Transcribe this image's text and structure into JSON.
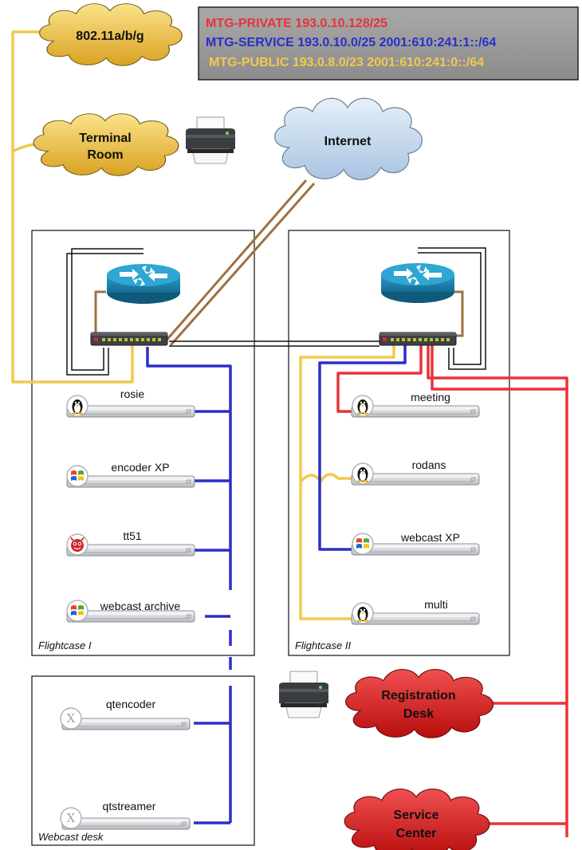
{
  "legend": {
    "private": "MTG-PRIVATE 193.0.10.128/25",
    "service": "MTG-SERVICE 193.0.10.0/25 2001:610:241:1::/64",
    "public": "MTG-PUBLIC 193.0.8.0/23 2001:610:241:0::/64"
  },
  "clouds": {
    "wifi": [
      "802.11a/b/g"
    ],
    "terminal": [
      "Terminal",
      "Room"
    ],
    "internet": [
      "Internet"
    ],
    "registration": [
      "Registration",
      "Desk"
    ],
    "service_center": [
      "Service",
      "Center"
    ]
  },
  "cases": {
    "flightcase1": "Flightcase I",
    "flightcase2": "Flightcase II",
    "webcast_desk": "Webcast desk"
  },
  "servers": {
    "rosie": "rosie",
    "encoder_xp": "encoder XP",
    "tt51": "tt51",
    "webcast_archive": "webcast archive",
    "qtencoder": "qtencoder",
    "qtstreamer": "qtstreamer",
    "meeting": "meeting",
    "rodans": "rodans",
    "webcast_xp": "webcast XP",
    "multi": "multi"
  },
  "icons": {
    "router": "router-icon",
    "switch": "switch-icon",
    "linux": "tux-icon",
    "windows": "windows-icon",
    "bsd": "bsd-daemon-icon",
    "macos": "macos-x-icon",
    "printer": "printer-icon"
  },
  "colors": {
    "private": "#e8333a",
    "service": "#2b2fc7",
    "public": "#f2c94c",
    "uplink": "#a07040",
    "cloud_yellow": "#e2b433",
    "cloud_blue": "#bcd3ea",
    "cloud_red": "#cc1a1a",
    "router": "#1b88b5"
  }
}
